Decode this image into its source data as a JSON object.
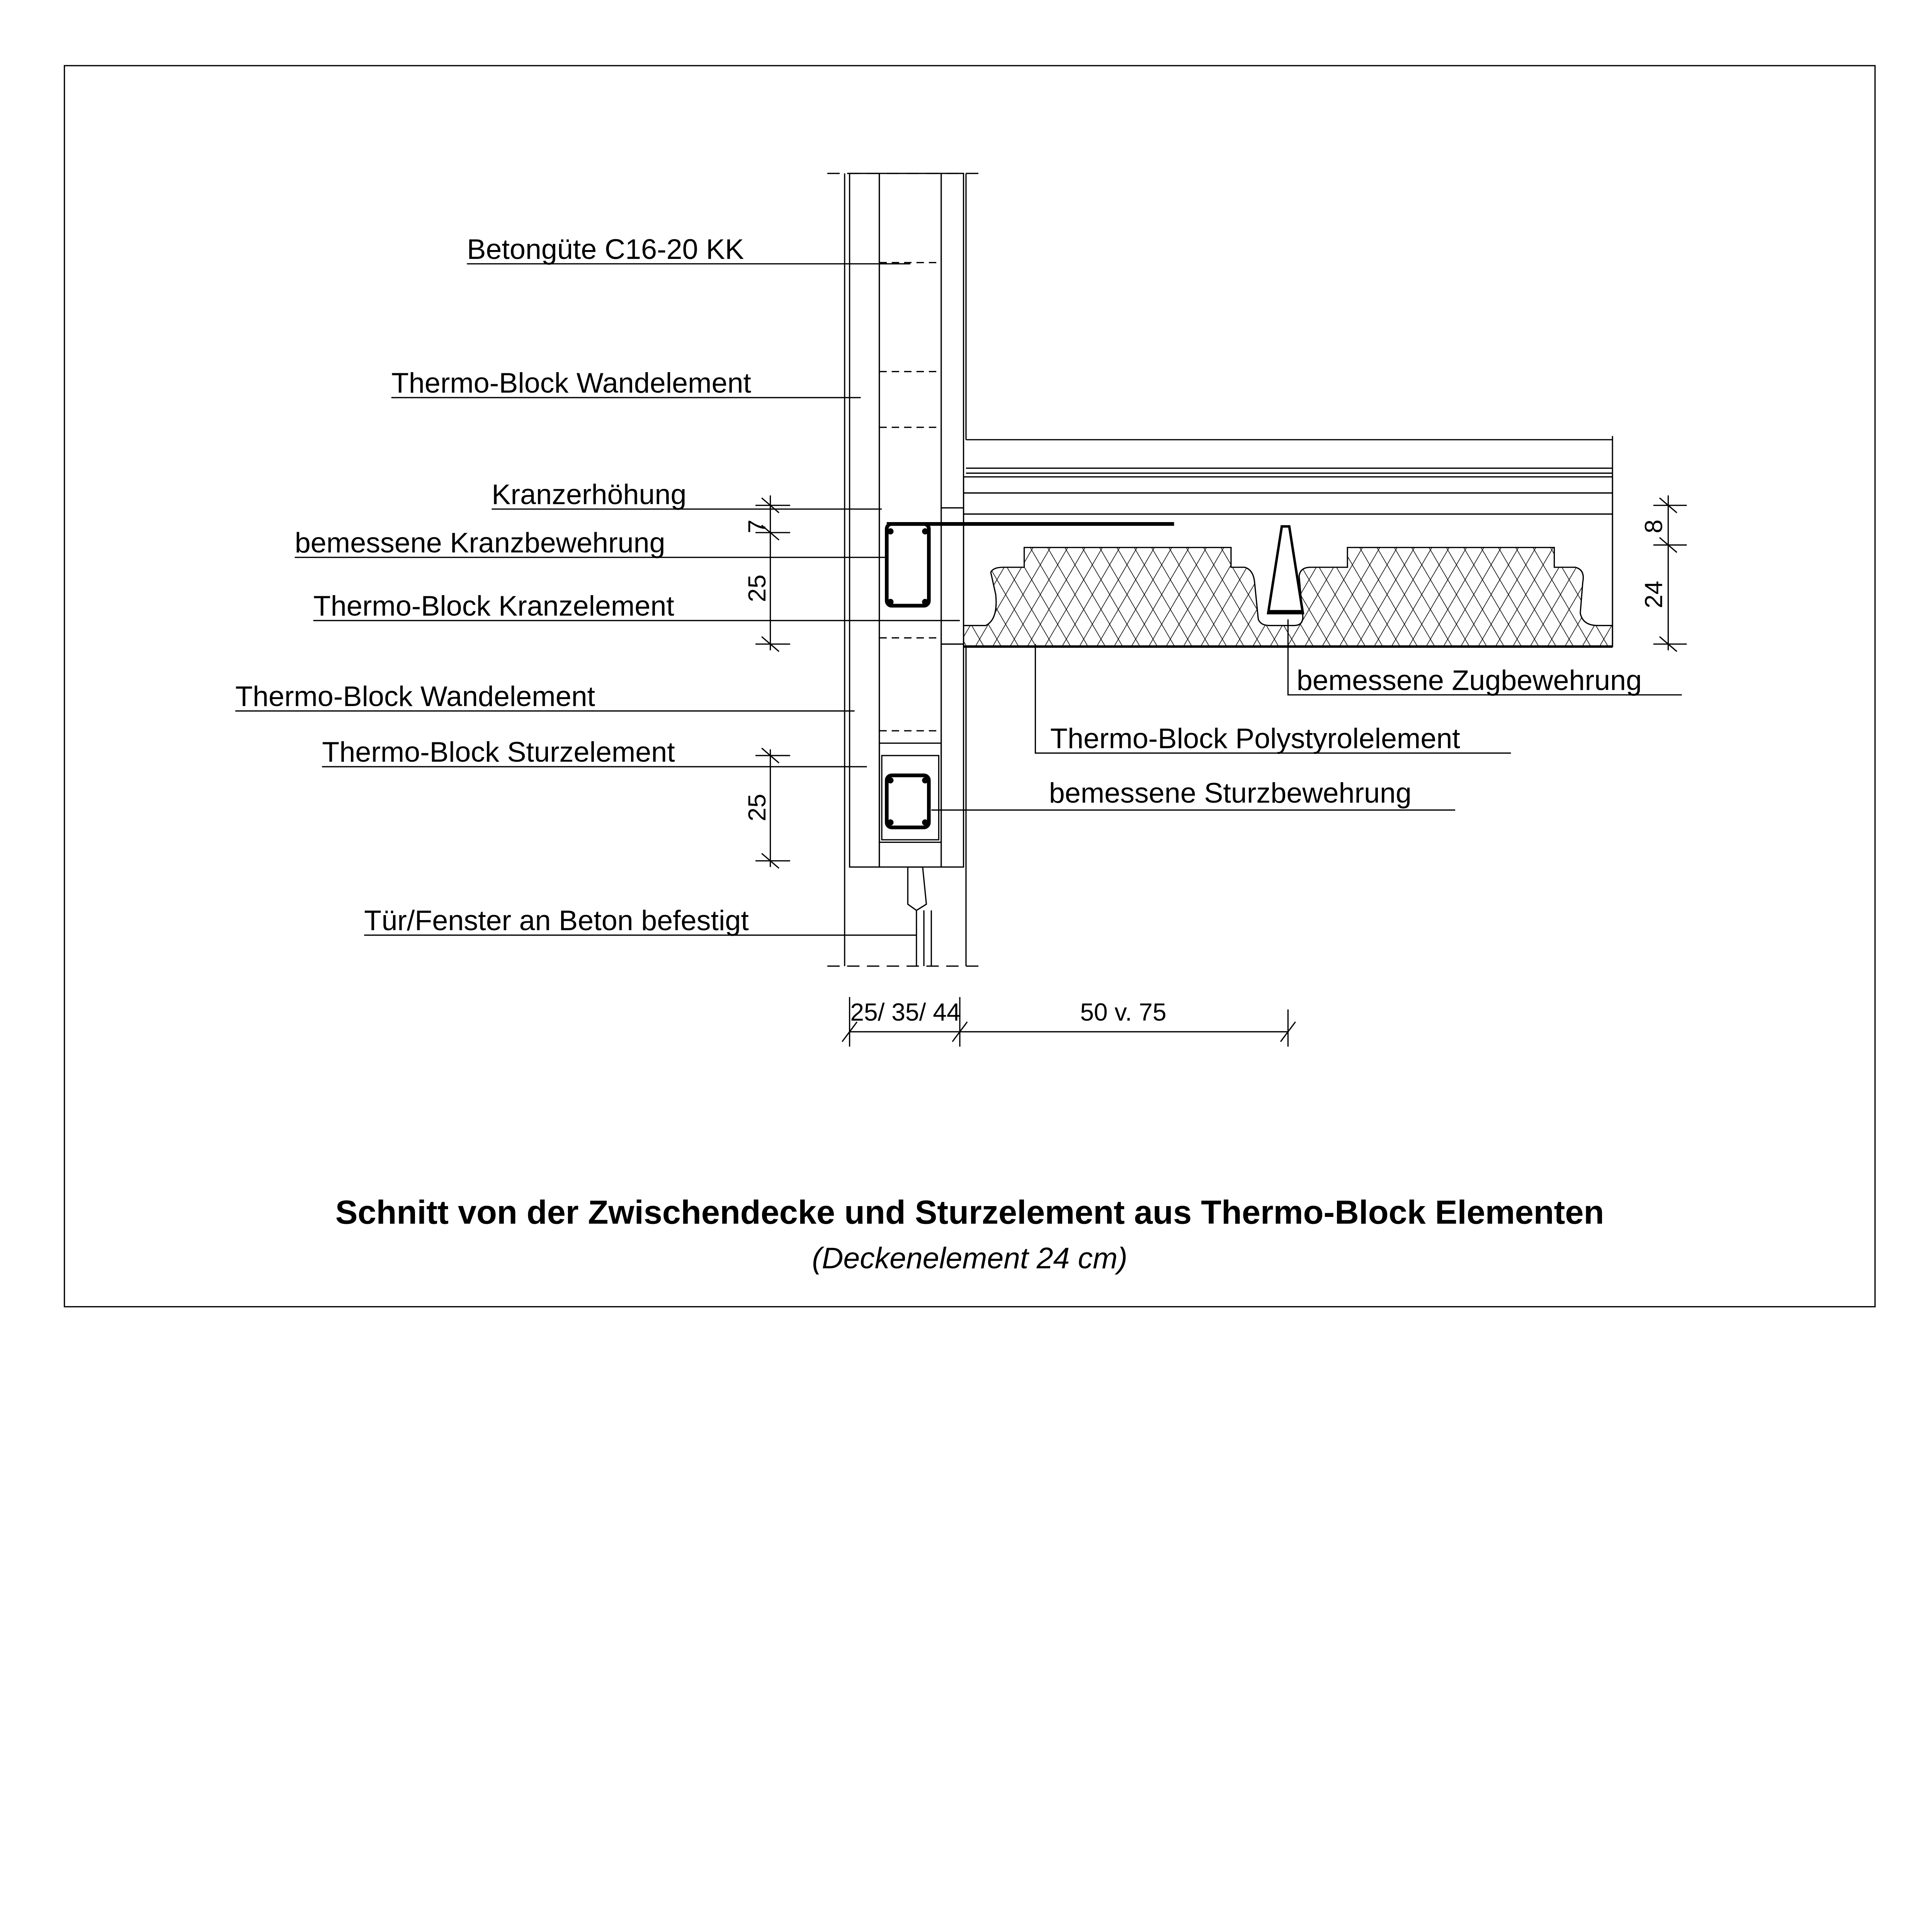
{
  "labels": {
    "betonguete": "Betongüte C16-20 KK",
    "wandelement_top": "Thermo-Block Wandelement",
    "kranzerhoehung": "Kranzerhöhung",
    "kranzbewehrung": "bemessene Kranzbewehrung",
    "kranzelement": "Thermo-Block Kranzelement",
    "wandelement_bottom": "Thermo-Block Wandelement",
    "sturzelement": "Thermo-Block Sturzelement",
    "tuer_fenster": "Tür/Fenster an Beton befestigt",
    "zugbewehrung": "bemessene Zugbewehrung",
    "polystyrolelement": "Thermo-Block Polystyrolelement",
    "sturzbewehrung": "bemessene Sturzbewehrung"
  },
  "dimensions": {
    "kranz_top": "7",
    "kranz_height": "25",
    "sturz_height": "25",
    "slab_top": "8",
    "slab_height": "24",
    "wall_thickness": "25/ 35/ 44",
    "slab_span": "50 v. 75"
  },
  "title": "Schnitt von der Zwischendecke und Sturzelement aus Thermo-Block Elementen",
  "subtitle": "(Deckenelement 24 cm)"
}
